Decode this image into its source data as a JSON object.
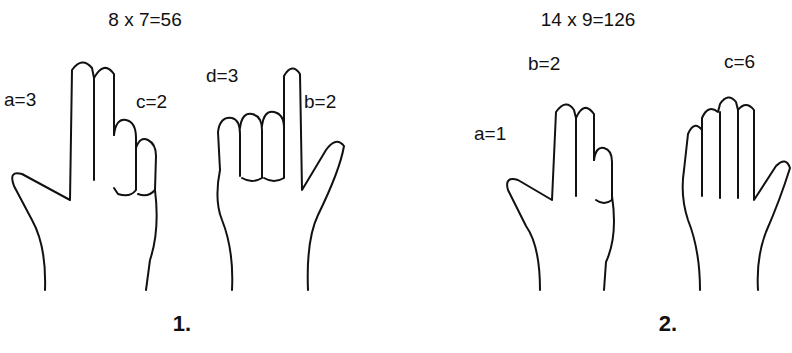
{
  "diagram": {
    "labels": [
      "8 x 7=56",
      "a=3",
      "c=2",
      "d=3",
      "b=2",
      "1.",
      "14 x 9=126",
      "b=2",
      "a=1",
      "c=6",
      "2."
    ]
  }
}
